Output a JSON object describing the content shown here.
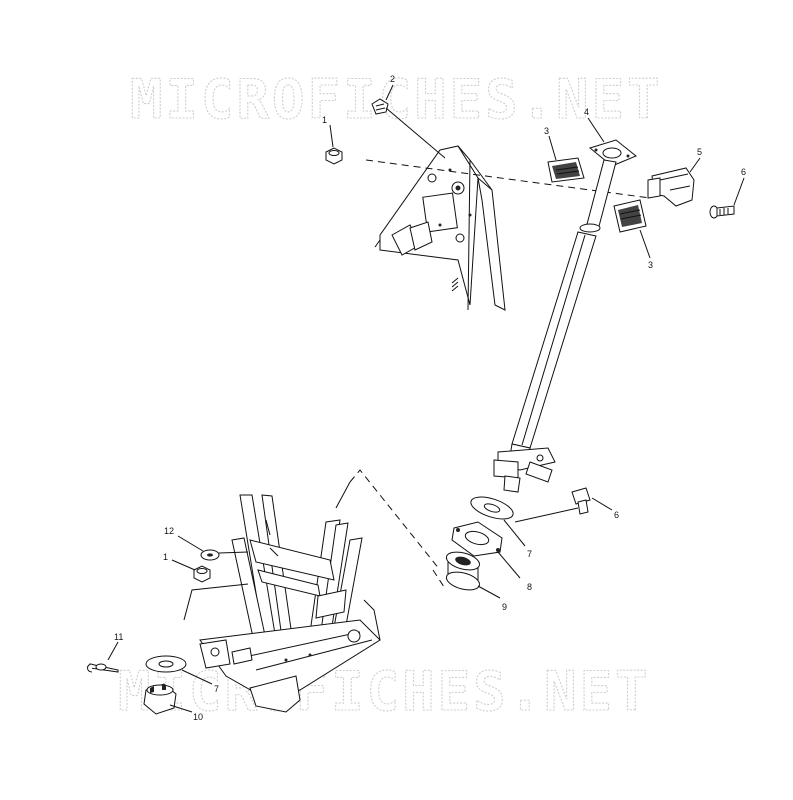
{
  "watermark": {
    "top": "MICROFICHES.NET",
    "bottom": "MICROFICHES.NET"
  },
  "callouts": {
    "c1a": "1",
    "c2": "2",
    "c3a": "3",
    "c4": "4",
    "c5": "5",
    "c6a": "6",
    "c3b": "3",
    "c6b": "6",
    "c7a": "7",
    "c8": "8",
    "c9": "9",
    "c12": "12",
    "c1b": "1",
    "c11": "11",
    "c7b": "7",
    "c10": "10"
  }
}
